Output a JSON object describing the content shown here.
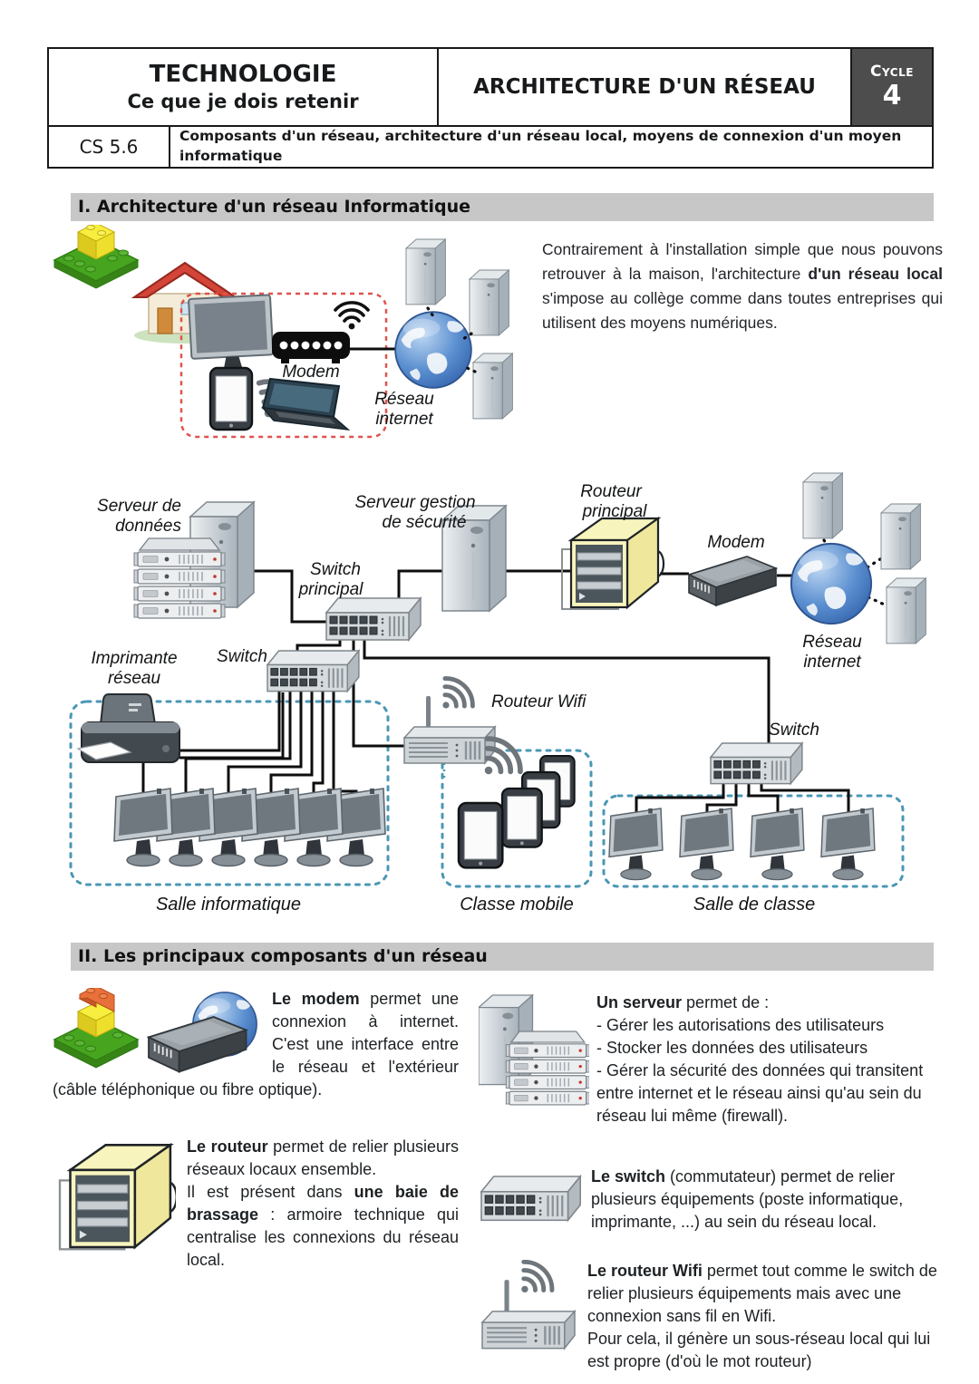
{
  "header": {
    "subject": "TECHNOLOGIE",
    "subtitle": "Ce que je dois retenir",
    "title": "ARCHITECTURE D'UN RÉSEAU",
    "cycle_label": "Cycle",
    "cycle_number": "4",
    "code": "CS 5.6",
    "competence": "Composants d'un réseau, architecture d'un réseau local, moyens de connexion d'un moyen informatique"
  },
  "sections": {
    "s1": "I. Architecture d'un réseau Informatique",
    "s2": "II. Les principaux composants d'un réseau"
  },
  "intro": {
    "pre": "Contrairement à l'installation simple que nous pouvons retrouver à la maison, l'architecture ",
    "bold": "d'un réseau local",
    "post": " s'impose au collège comme dans toutes entreprises qui utilisent des moyens numériques."
  },
  "home": {
    "modem": "Modem",
    "internet1": "Réseau",
    "internet2": "internet"
  },
  "net": {
    "sd1": "Serveur de",
    "sd2": "données",
    "ss1": "Serveur gestion",
    "ss2": "de sécurité",
    "sp1": "Switch",
    "sp2": "principal",
    "rp1": "Routeur",
    "rp2": "principal",
    "modem": "Modem",
    "ri1": "Réseau",
    "ri2": "internet",
    "switch_left": "Switch",
    "imp1": "Imprimante",
    "imp2": "réseau",
    "routeur_wifi": "Routeur Wifi",
    "switch_right": "Switch",
    "salle_info": "Salle informatique",
    "classe_mobile": "Classe mobile",
    "salle_classe": "Salle de classe"
  },
  "comp": {
    "modem": {
      "bold": "Le modem",
      "text": " permet une connexion à internet. C'est une interface entre le réseau et l'extérieur (câble téléphonique ou fibre optique)."
    },
    "routeur": {
      "bold": "Le routeur",
      "t1": " permet de relier plusieurs réseaux locaux ensemble.",
      "l2pre": "Il est présent dans ",
      "l2bold": "une baie de brassage",
      "l2post": " : armoire technique qui centralise les connexions du réseau local."
    },
    "serveur": {
      "bold": "Un serveur",
      "intro": " permet de :",
      "b1": "- Gérer les autorisations des utilisateurs",
      "b2": "- Stocker les données des utilisateurs",
      "b3": "- Gérer la sécurité des données qui transitent entre internet et le réseau ainsi qu'au sein du réseau lui même (firewall)."
    },
    "switch": {
      "bold": "Le switch",
      "text": " (commutateur) permet de relier plusieurs équipements (poste informatique, imprimante, ...) au sein du réseau local."
    },
    "wifi": {
      "bold": "Le routeur Wifi",
      "t1": " permet tout comme le switch de relier plusieurs équipements mais avec une connexion sans fil en Wifi.",
      "t2": "Pour cela, il génère un sous-réseau local qui lui est propre (d'où le mot routeur)"
    }
  },
  "colors": {
    "cycle_bg": "#4d4d4d",
    "section_bar_bg": "#c7c7c7",
    "room_box_dash": "#4a97b5",
    "home_box_dash": "#e0524d",
    "router_bay_yellow": "#f8f4bd",
    "globe_blue": "#4a7fc1"
  }
}
